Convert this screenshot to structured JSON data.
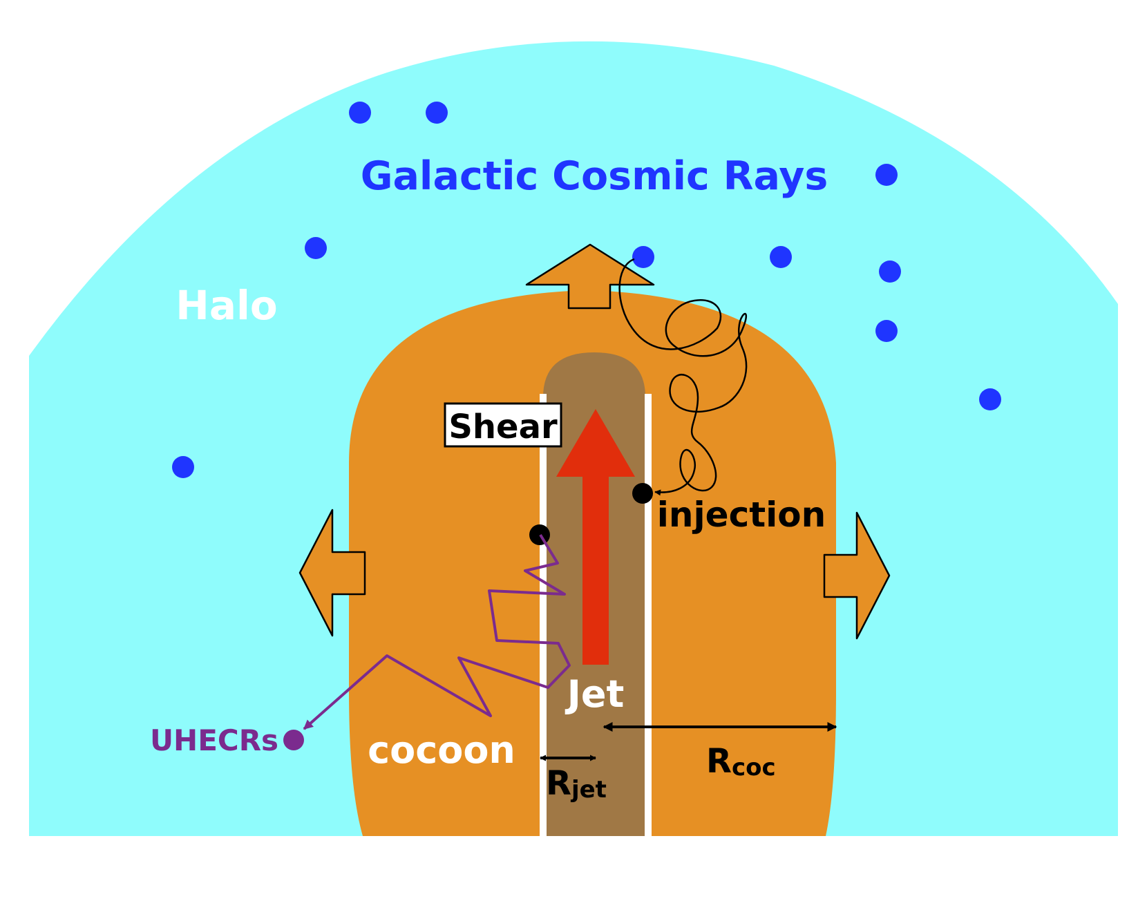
{
  "labels": {
    "galactic_cosmic_rays": "Galactic Cosmic Rays",
    "halo": "Halo",
    "shear": "Shear",
    "injection": "injection",
    "jet": "Jet",
    "cocoon": "cocoon",
    "uhecrs": "UHECRs",
    "r_jet_main": "R",
    "r_jet_sub": "jet",
    "r_coc_main": "R",
    "r_coc_sub": "coc"
  },
  "colors": {
    "halo": "#8ffcfc",
    "cocoon": "#e69024",
    "jet": "#a07845",
    "jet_arrow": "#e12e0c",
    "cosmic_ray_dot": "#1f35ff",
    "uhecr": "#7b2b8e",
    "boundary": "#ffffff",
    "outline": "#000000"
  },
  "icons": [
    "cosmic-ray-particle-icon",
    "expansion-arrow-icon",
    "jet-flow-arrow-icon"
  ]
}
